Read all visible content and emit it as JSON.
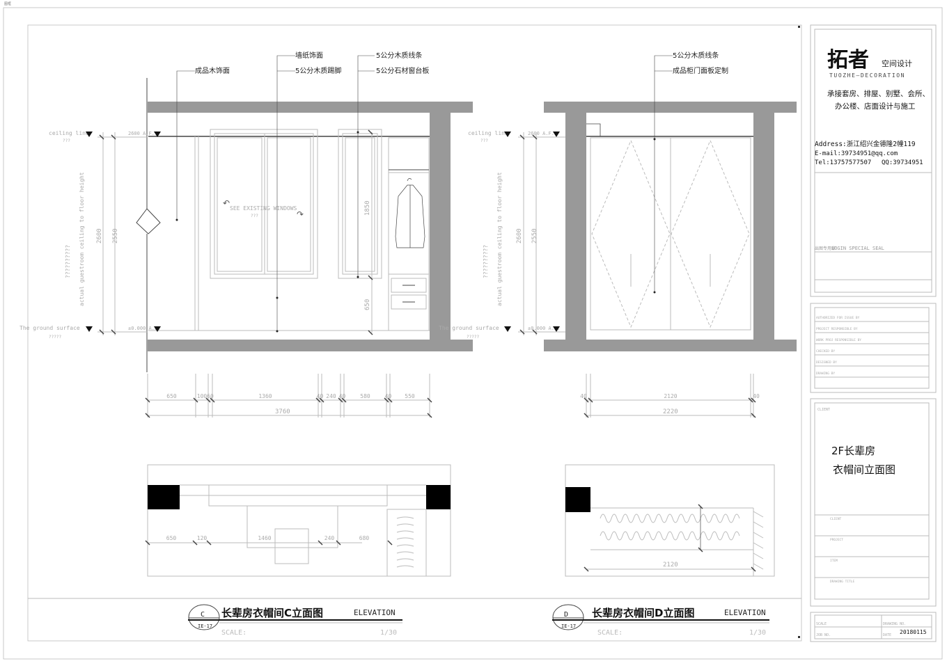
{
  "corner_label": "图框",
  "elevation_c": {
    "annotations": [
      "成品木饰面",
      "墙纸饰面",
      "5公分木质踢脚",
      "5公分木质线条",
      "5公分石材窗台板"
    ],
    "level_labels": [
      "ceiling line",
      "The ground surface"
    ],
    "level_sub": [
      "???",
      "?????"
    ],
    "level_values": [
      "2600 A.F.",
      "±0.000 A.F."
    ],
    "side_texts": [
      "actual guestroom ceiling to floor height",
      "??????????"
    ],
    "window_note": "SEE EXISTING WINDOWS",
    "window_note_sub": "???",
    "heights": [
      "2600",
      "2550",
      "1850",
      "650"
    ],
    "dims_top": [
      "650",
      "100",
      "60",
      "1360",
      "40",
      "240",
      "40",
      "580",
      "40",
      "550"
    ],
    "dim_total": "3760",
    "plan_dims": [
      "650",
      "120",
      "1460",
      "240",
      "680"
    ],
    "title_cn": "长辈房衣帽间C立面图",
    "title_en": "ELEVATION",
    "scale_label": "SCALE:",
    "scale": "1/30",
    "tag_letter": "C",
    "tag_sheet": "IE-17"
  },
  "elevation_d": {
    "annotations": [
      "5公分木质线条",
      "成品柜门面板定制"
    ],
    "level_labels": [
      "ceiling line",
      "The ground surface"
    ],
    "level_sub": [
      "???",
      "?????"
    ],
    "level_values": [
      "2600 A.F.",
      "±0.000 A.F."
    ],
    "side_texts": [
      "actual guestroom ceiling to floor height",
      "??????????"
    ],
    "heights": [
      "2600",
      "2550"
    ],
    "dims_top": [
      "40",
      "2120",
      "40"
    ],
    "dim_total": "2220",
    "plan_dims": [
      "2120"
    ],
    "title_cn": "长辈房衣帽间D立面图",
    "title_en": "ELEVATION",
    "scale_label": "SCALE:",
    "scale": "1/30",
    "tag_letter": "D",
    "tag_sheet": "IE-17"
  },
  "title_block": {
    "logo_main": "拓者",
    "logo_sub": "空间设计",
    "logo_en": "TUOZHE—DECORATION",
    "services_line1": "承接套房、排屋、别墅、会所、",
    "services_line2": "办公楼、店面设计与施工",
    "address": "Address:浙江绍兴金德隆2幢119",
    "email": "E-mail:39734951@qq.com",
    "tel": "Tel:13757577507",
    "qq": "QQ:39734951",
    "seal_label": "出图专用章",
    "seal_en": "LOGIN SPECIAL SEAL",
    "sign_rows": [
      "AUTHORIZED FOR ISSUE BY",
      "PROJECT RESPONSIBLE BY",
      "WORK PROJ RESPONSIBLE BY",
      "CHECKED BY",
      "DESIGNED BY",
      "DRAWING BY"
    ],
    "client_label": "CLIENT",
    "drawing_title_line1": "2F长辈房",
    "drawing_title_line2": "衣帽间立面图",
    "small_rows": [
      "CLIENT",
      "PROJECT",
      "ITEM",
      "DRAWING TITLE"
    ],
    "bottom_labels": [
      "SCALE",
      "JOB NO.",
      "DRAWING NO.",
      "DATE"
    ],
    "date": "20180115"
  }
}
